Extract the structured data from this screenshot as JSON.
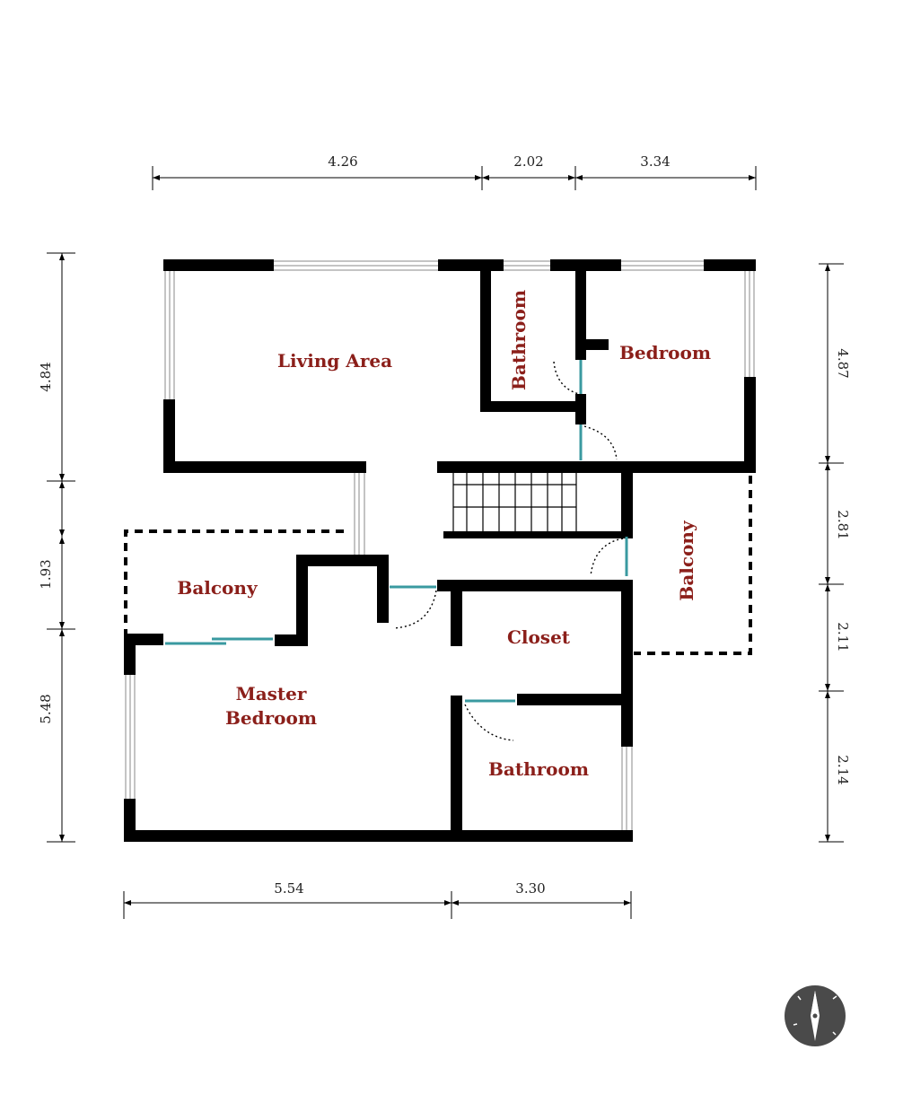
{
  "rooms": {
    "living_area": "Living Area",
    "bathroom_top": "Bathroom",
    "bedroom": "Bedroom",
    "balcony_left": "Balcony",
    "balcony_right": "Balcony",
    "closet": "Closet",
    "master_bedroom_line1": "Master",
    "master_bedroom_line2": "Bedroom",
    "bathroom_bottom": "Bathroom"
  },
  "dimensions": {
    "top": [
      "4.26",
      "2.02",
      "3.34"
    ],
    "bottom": [
      "5.54",
      "3.30"
    ],
    "left": [
      "4.84",
      "1.93",
      "5.48"
    ],
    "right": [
      "4.87",
      "2.81",
      "2.11",
      "2.14"
    ]
  },
  "compass": {
    "icon": "compass-icon",
    "color": "#4a4a4a"
  },
  "colors": {
    "label": "#8b1f1a",
    "door": "#3a9aa0",
    "wall": "#000000"
  }
}
